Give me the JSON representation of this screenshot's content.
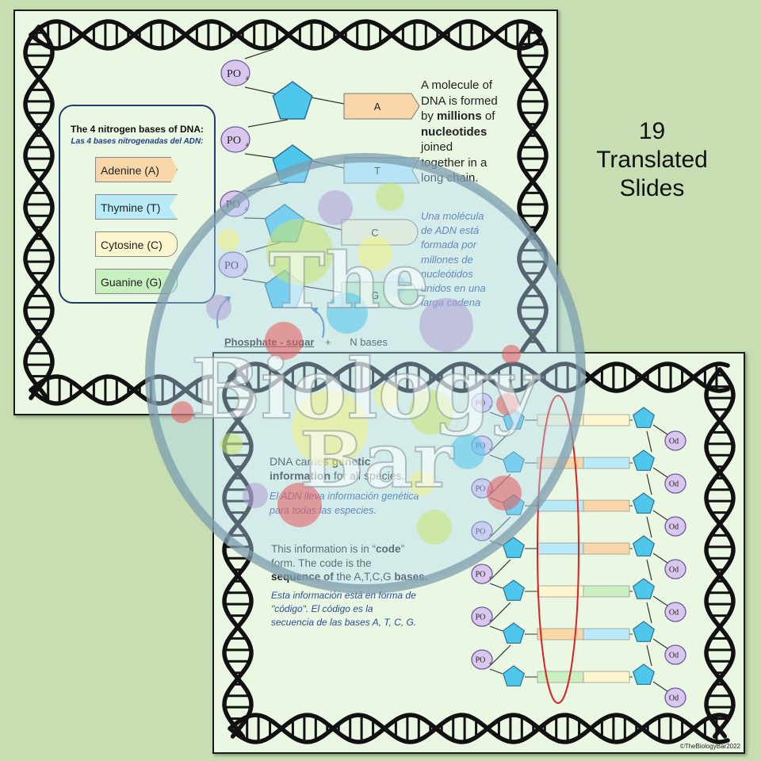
{
  "side_text": {
    "line1": "19",
    "line2": "Translated",
    "line3": "Slides"
  },
  "slide1": {
    "bases_title": "The 4 nitrogen bases of DNA:",
    "bases_subtitle": "Las 4 bases nitrogenadas del ADN:",
    "bases": [
      {
        "label": "Adenine (A)",
        "color": "#f9d7a8"
      },
      {
        "label": "Thymine (T)",
        "color": "#b8eaf7"
      },
      {
        "label": "Cytosine (C)",
        "color": "#fcf6cf"
      },
      {
        "label": "Guanine (G)",
        "color": "#c8efc0"
      }
    ],
    "phosphate_label": "PO",
    "phosphate_subscript": "4",
    "base_letters": [
      "A",
      "T",
      "C",
      "G"
    ],
    "desc_en_1": "A molecule of",
    "desc_en_2": "DNA is formed",
    "desc_en_3a": "by ",
    "desc_en_3b": "millions",
    "desc_en_3c": " of",
    "desc_en_4": "nucleotides",
    "desc_en_5": "joined",
    "desc_en_6": "together in a",
    "desc_en_7": "long chain.",
    "desc_es": [
      "Una molécula",
      "de ADN está",
      "formada por",
      "millones de",
      "nucleótidos",
      "unidos en una",
      "larga cadena"
    ],
    "caption_phosphate_sugar": "Phosphate - sugar",
    "caption_plus": "+",
    "caption_n_bases": "N bases"
  },
  "slide2": {
    "p1_en_a": "DNA carries ",
    "p1_en_b": "genetic",
    "p1_en_c": "information",
    "p1_en_d": " for all species.",
    "p1_es_1": "El ADN lleva información genética",
    "p1_es_2": "para todas las especies.",
    "p2_en_a": "This information is in “",
    "p2_en_b": "code",
    "p2_en_c": "”",
    "p2_en_d": "form.  The code is the",
    "p2_en_e": "sequence of",
    "p2_en_f": " the A,T,C,G ",
    "p2_en_g": "bases.",
    "p2_es_1": "Esta información está en forma de",
    "p2_es_2": "\"código\".  El código es la",
    "p2_es_3": "secuencia de las bases A, T, C, G.",
    "copyright": "©TheBiologyBar2022",
    "phosphate_left": "PO",
    "phosphate_right": "Od",
    "rung_colors": [
      [
        "#fcf6cf",
        "#fcf6cf"
      ],
      [
        "#f9d7a8",
        "#b8eaf7"
      ],
      [
        "#b8eaf7",
        "#f9d7a8"
      ],
      [
        "#b8eaf7",
        "#f9d7a8"
      ],
      [
        "#fcf6cf",
        "#c8efc0"
      ],
      [
        "#f9d7a8",
        "#b8eaf7"
      ],
      [
        "#c8efc0",
        "#fcf6cf"
      ]
    ]
  },
  "watermark": {
    "line1": "The",
    "line2": "Biology",
    "line3": "Bar"
  }
}
